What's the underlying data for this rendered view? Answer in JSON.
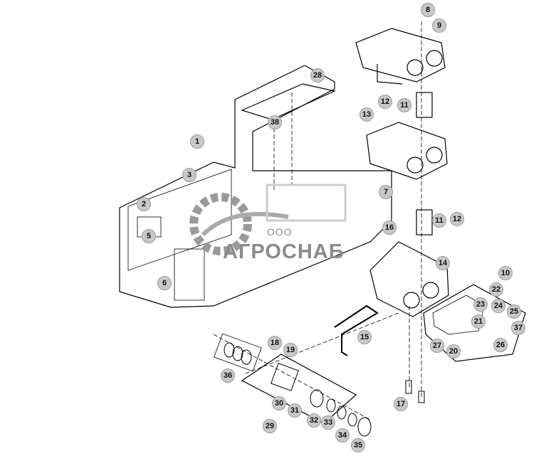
{
  "diagram": {
    "callouts": [
      "8",
      "9",
      "28",
      "1",
      "38",
      "12",
      "11",
      "13",
      "3",
      "7",
      "2",
      "11",
      "12",
      "5",
      "16",
      "14",
      "6",
      "10",
      "22",
      "23",
      "24",
      "25",
      "37",
      "21",
      "26",
      "27",
      "20",
      "18",
      "19",
      "15",
      "36",
      "30",
      "31",
      "32",
      "33",
      "29",
      "34",
      "35",
      "17"
    ]
  },
  "watermark": {
    "line1": "ООО",
    "line2": "АГРОСНАБ"
  },
  "colors": {
    "callout_fill": "#c8c8c8",
    "line": "#000000",
    "watermark": "#8a8a8a"
  }
}
